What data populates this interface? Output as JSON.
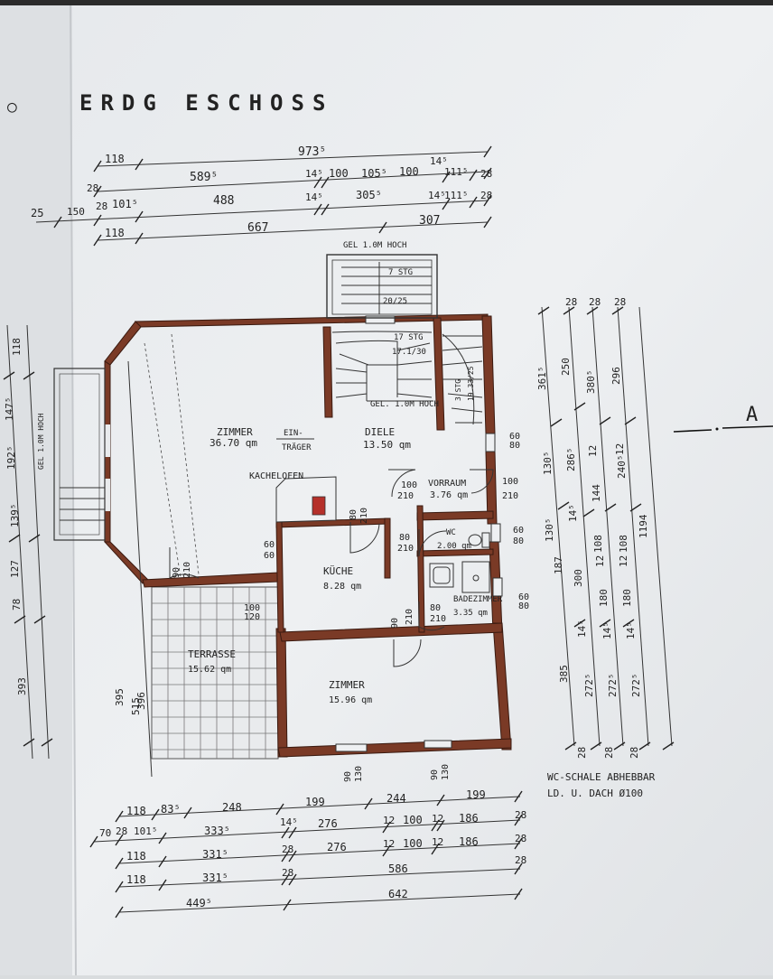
{
  "title": "ERDG ESCHOSS",
  "rooms": [
    {
      "name": "ZIMMER",
      "area": "36.70 qm"
    },
    {
      "name": "DIELE",
      "area": "13.50 qm"
    },
    {
      "name": "VORRAUM",
      "area": "3.76 qm"
    },
    {
      "name": "WC",
      "area": "2.00 qm"
    },
    {
      "name": "KÜCHE",
      "area": "8.28 qm"
    },
    {
      "name": "BADEZIMMER",
      "area": "3.35 qm"
    },
    {
      "name": "ZIMMER",
      "area": "15.96 qm"
    },
    {
      "name": "TERRASSE",
      "area": "15.62 qm"
    }
  ],
  "labels": {
    "beam_1": "EIN-",
    "beam_2": "TRÄGER",
    "stove": "KACHELOFEN",
    "railing_top": "GEL 1.0M HOCH",
    "railing_stair": "GEL. 1.0M HOCH",
    "railing_left": "GEL 1.0M HOCH",
    "stair_ext": "7 STG",
    "stair_ext_ratio": "20/25",
    "stair_main": "17 STG",
    "stair_main_ratio": "17.1/30",
    "stair_down": "3 STG",
    "stair_down_ratio": "19.33/25",
    "section": "A",
    "note_1": "WC-SCHALE ABHEBBAR",
    "note_2": "LD. U. DACH Ø100"
  },
  "dims_top": {
    "r1": [
      "118",
      "973⁵"
    ],
    "r2": [
      "28",
      "589⁵",
      "14⁵",
      "100",
      "105⁵",
      "100",
      "111⁵",
      "14⁵",
      "28"
    ],
    "r3": [
      "25",
      "150",
      "28",
      "101⁵",
      "488",
      "14⁵",
      "305⁵",
      "14⁵",
      "111⁵",
      "28"
    ],
    "r4": [
      "118",
      "667",
      "307"
    ]
  },
  "dims_bottom": {
    "r1": [
      "118",
      "83⁵",
      "248",
      "199",
      "244",
      "199"
    ],
    "r2": [
      "70",
      "28",
      "101⁵",
      "333⁵",
      "14⁵",
      "276",
      "12",
      "100",
      "12",
      "186",
      "28"
    ],
    "r3": [
      "118",
      "331⁵",
      "28",
      "276",
      "12",
      "100",
      "12",
      "186",
      "28"
    ],
    "r4": [
      "118",
      "331⁵",
      "28",
      "586",
      "28"
    ],
    "r5": [
      "449⁵",
      "642"
    ]
  },
  "dims_right": {
    "c1": [
      "28",
      "361⁵",
      "130⁵",
      "130⁵",
      "187",
      "385",
      "28"
    ],
    "c2": [
      "250",
      "286⁵",
      "14⁵",
      "300",
      "14⁵",
      "272⁵"
    ],
    "c3": [
      "28",
      "380⁵",
      "144",
      "12",
      "108",
      "12",
      "180",
      "14⁵",
      "272⁵",
      "28"
    ],
    "c4": [
      "28",
      "296",
      "240⁵",
      "12",
      "108",
      "12",
      "180",
      "14⁵",
      "272⁵",
      "28"
    ],
    "c5": [
      "1194"
    ]
  },
  "openings": {
    "k1": "60",
    "k2": "60",
    "k3": "100",
    "k4": "120",
    "k5": "80",
    "k6": "210",
    "k7": "60",
    "k8": "80",
    "k9": "100",
    "k10": "210",
    "k11": "100",
    "k12": "210",
    "k13": "80",
    "k14": "210",
    "k15": "60",
    "k16": "80",
    "k17": "60",
    "k18": "80",
    "k19": "90",
    "k20": "210",
    "k21": "80",
    "k22": "210",
    "k23": "90",
    "k24": "130",
    "k25": "90",
    "k26": "130",
    "k27": "90",
    "k28": "210"
  },
  "dims_left": [
    "393",
    "78",
    "127",
    "139⁵",
    "192⁵",
    "147⁵",
    "118",
    "396",
    "515",
    "395"
  ]
}
